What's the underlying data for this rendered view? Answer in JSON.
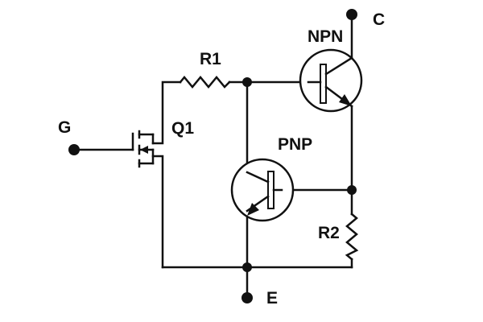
{
  "labels": {
    "gate_terminal": "G",
    "collector_terminal": "C",
    "emitter_terminal": "E",
    "mosfet": "Q1",
    "npn_transistor": "NPN",
    "pnp_transistor": "PNP",
    "resistor_1": "R1",
    "resistor_2": "R2"
  },
  "colors": {
    "line": "#111111",
    "background": "#ffffff"
  }
}
